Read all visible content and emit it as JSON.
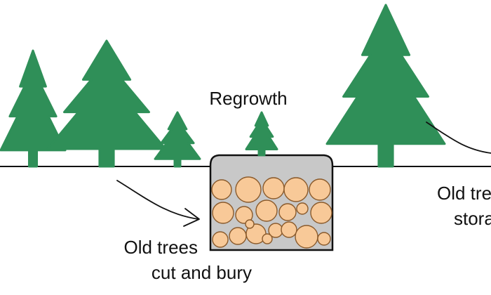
{
  "labels": {
    "regrowth": "Regrowth",
    "cut_and_bury_line1": "Old trees",
    "cut_and_bury_line2": "cut and bury",
    "storage_line1": "Old tre",
    "storage_line2": "stora"
  },
  "icons": {
    "tree": "evergreen-tree-icon",
    "log": "log-cross-section-icon",
    "arrow": "curved-arrow-icon"
  },
  "colors": {
    "tree_green": "#2f8f58",
    "log_fill": "#f8c998",
    "log_stroke": "#8a5a2b",
    "pit_fill": "#c8c8c8",
    "line": "#111111"
  }
}
